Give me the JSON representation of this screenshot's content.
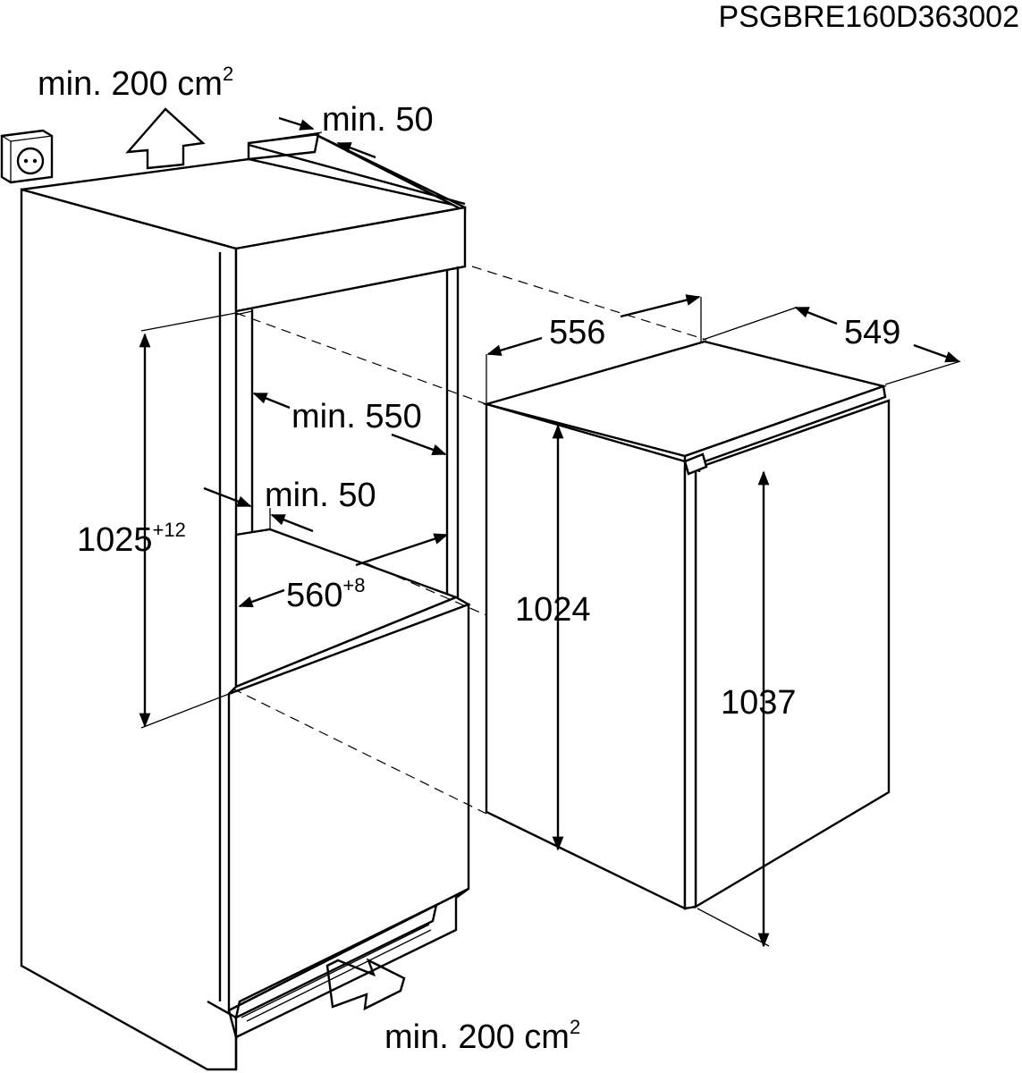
{
  "doc_code": "PSGBRE160D363002",
  "labels": {
    "vent_top": "min. 200 cm",
    "vent_top_sup": "2",
    "gap_top": "min. 50",
    "depth_niche": "min. 550",
    "gap_side": "min. 50",
    "height_niche": "1025",
    "height_niche_sup": "+12",
    "width_niche": "560",
    "width_niche_sup": "+8",
    "width_appliance": "556",
    "depth_appliance": "549",
    "height_body": "1024",
    "height_total": "1037",
    "vent_bottom": "min. 200 cm",
    "vent_bottom_sup": "2"
  }
}
